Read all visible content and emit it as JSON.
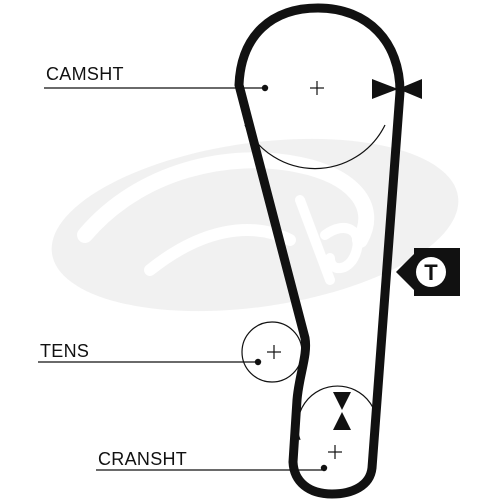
{
  "labels": {
    "camshaft": "CAMSHT",
    "tensioner": "TENS",
    "crankshaft": "CRANSHT"
  },
  "tension_marker": {
    "letter": "T"
  },
  "colors": {
    "ink": "#111111",
    "watermark": "#dedede",
    "background": "#ffffff"
  },
  "icons": {
    "timing_mark": "bowtie-marker-icon",
    "tension_check": "t-arrow-icon",
    "watermark": "gates-logo-watermark"
  }
}
